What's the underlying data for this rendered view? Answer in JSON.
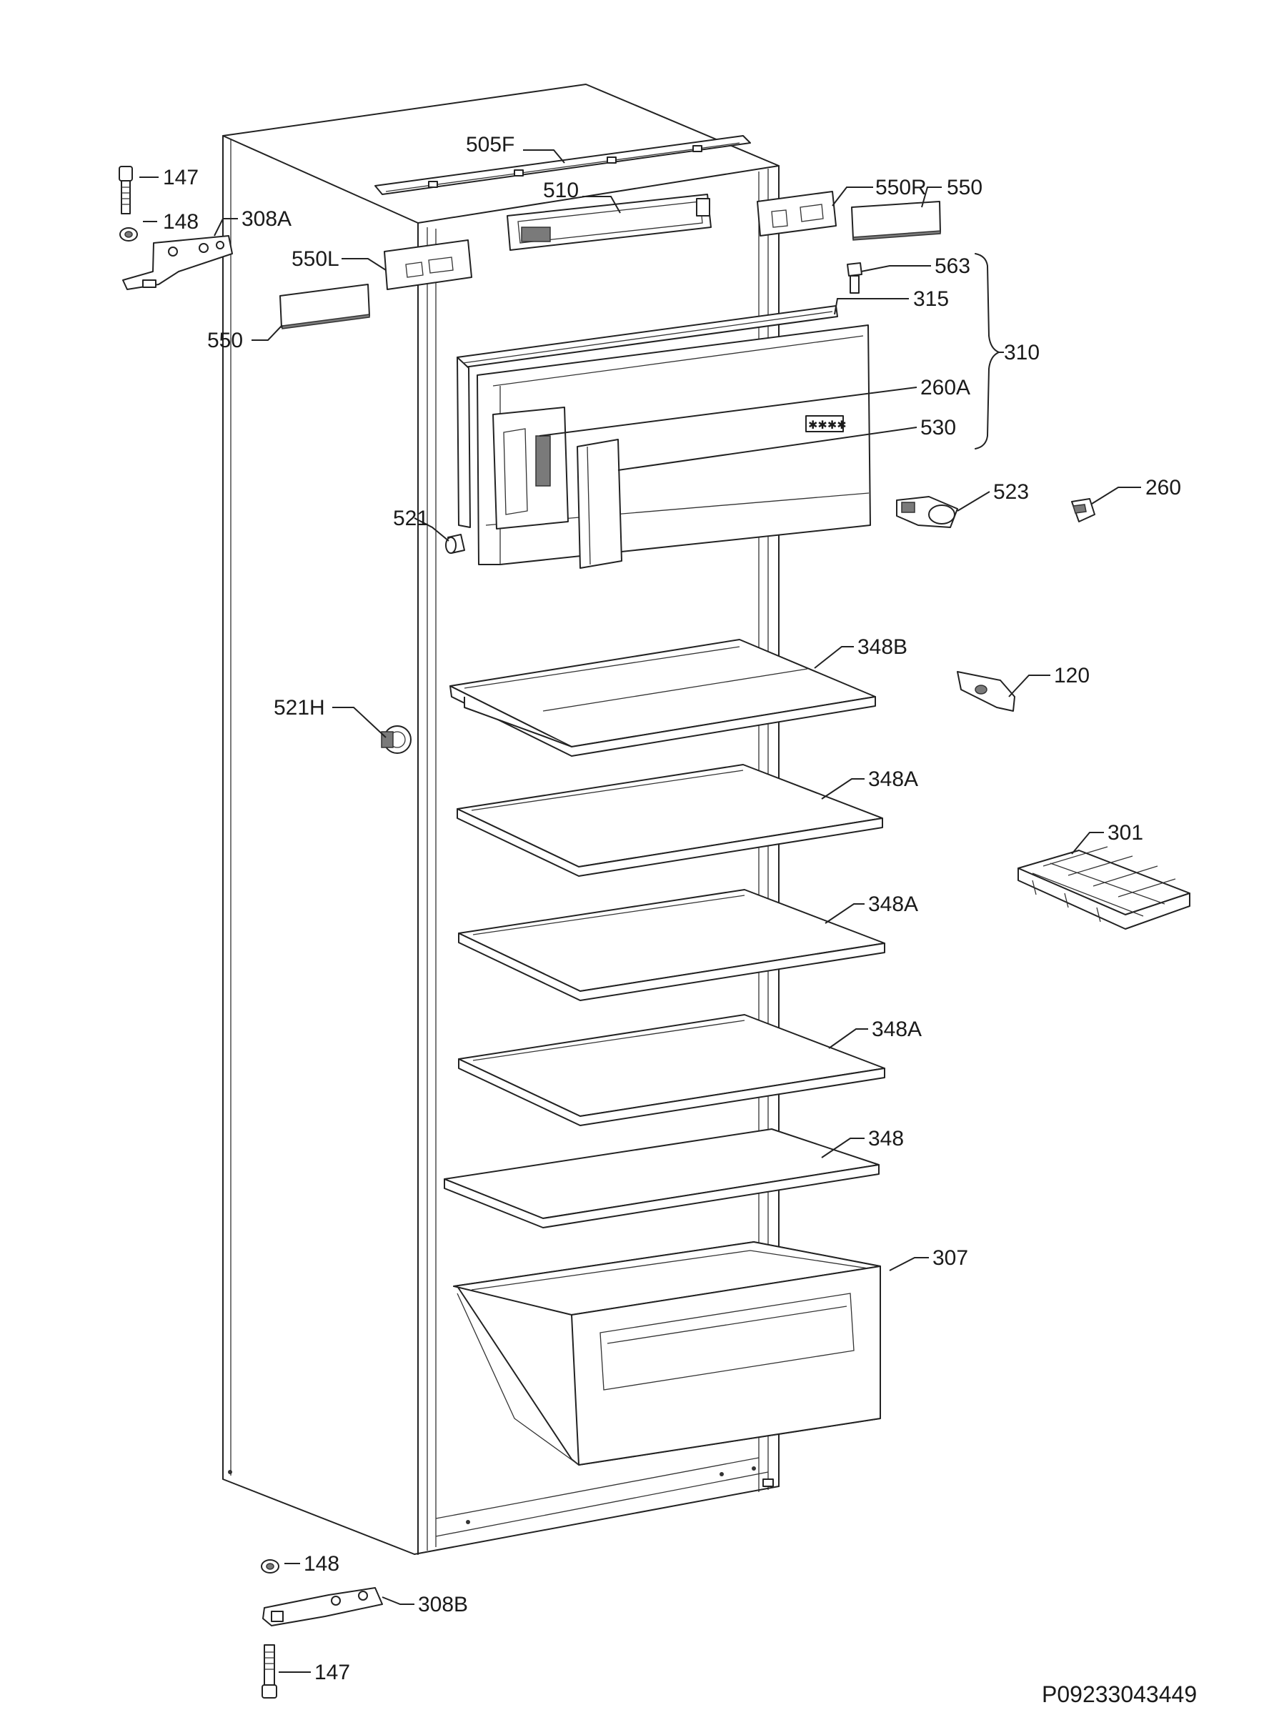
{
  "labels": {
    "l505F": "505F",
    "l510": "510",
    "l550R": "550R",
    "l550_right": "550",
    "l147_top": "147",
    "l148_top": "148",
    "l308A": "308A",
    "l550L": "550L",
    "l563": "563",
    "l315": "315",
    "l550_left": "550",
    "l310": "310",
    "l260A": "260A",
    "l530": "530",
    "l523": "523",
    "l260": "260",
    "l521": "521",
    "l348B": "348B",
    "l120": "120",
    "l521H": "521H",
    "l348A_1": "348A",
    "l301": "301",
    "l348A_2": "348A",
    "l348A_3": "348A",
    "l348": "348",
    "l307": "307",
    "l148_bottom": "148",
    "l308B": "308B",
    "l147_bottom": "147"
  },
  "document_code": "P09233043449"
}
